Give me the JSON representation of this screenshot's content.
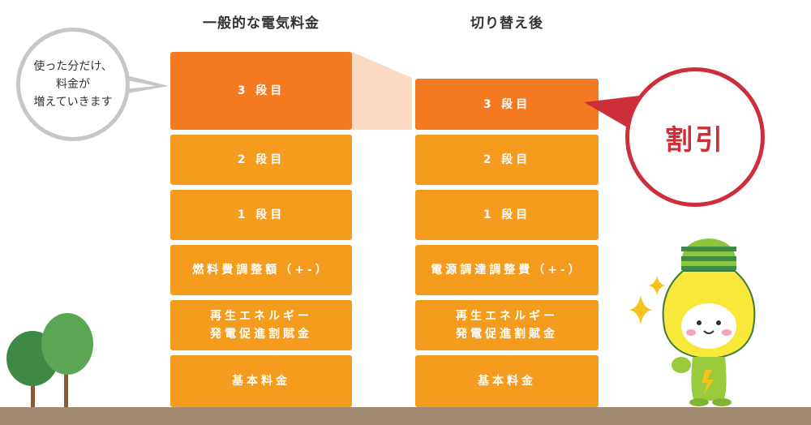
{
  "left_column": {
    "title": "一般的な電気料金",
    "blocks": [
      "3 段目",
      "2 段目",
      "1 段目",
      "燃料費調整額（+-）",
      "再生エネルギー",
      "発電促進割賦金",
      "基本料金"
    ]
  },
  "right_column": {
    "title": "切り替え後",
    "blocks": [
      "3 段目",
      "2 段目",
      "1 段目",
      "電源調達調整費（+-）",
      "再生エネルギー",
      "発電促進割賦金",
      "基本料金"
    ]
  },
  "left_bubble": {
    "lines": [
      "使った分だけ、",
      "料金が",
      "増えていきます"
    ]
  },
  "right_bubble": {
    "label": "割引"
  },
  "colors": {
    "dark_orange": "#f47a22",
    "light_orange": "#f59c1f",
    "discount_red": "#cc2e3a",
    "ground": "#a18a70",
    "tree_dark": "#3e8a45",
    "tree_light": "#5aa655"
  },
  "icons": [
    "tree-icon",
    "lightbulb-mascot-icon",
    "sparkle-icon",
    "discount-pointer-icon"
  ]
}
